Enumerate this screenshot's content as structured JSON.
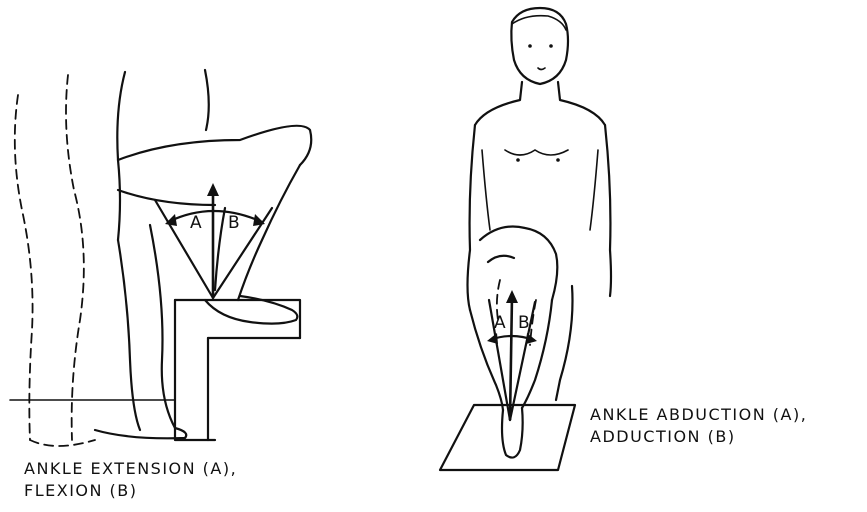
{
  "figures": [
    {
      "id": "ankle-extension-flexion",
      "caption_line1": "ANKLE EXTENSION (A),",
      "caption_line2": "FLEXION (B)",
      "label_a": "A",
      "label_b": "B"
    },
    {
      "id": "ankle-abduction-adduction",
      "caption_line1": "ANKLE ABDUCTION (A),",
      "caption_line2": "ADDUCTION (B)",
      "label_a": "A",
      "label_b": "B"
    }
  ],
  "colors": {
    "ink": "#111111",
    "paper": "#ffffff"
  }
}
